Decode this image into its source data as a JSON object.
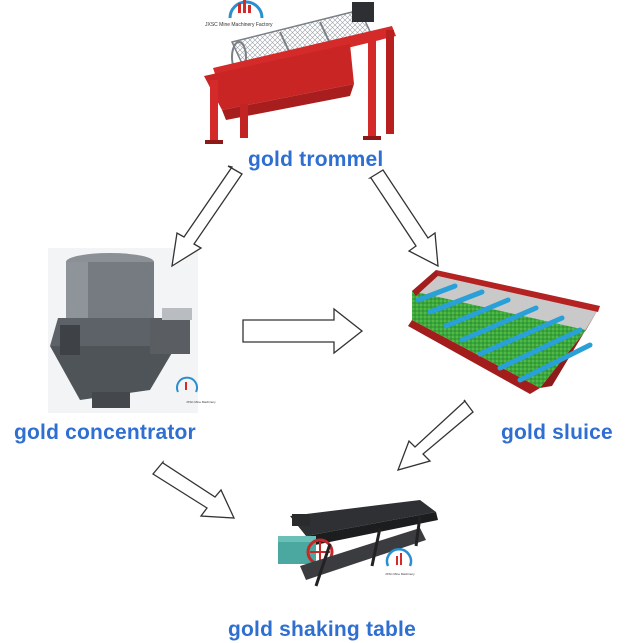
{
  "nodes": {
    "trommel": {
      "label": "gold trommel",
      "watermark": "JXSC Mine Machinery Factory"
    },
    "concentrator": {
      "label": "gold concentrator",
      "watermark": "JXSC Mine Machinery"
    },
    "sluice": {
      "label": "gold sluice"
    },
    "shaking_table": {
      "label": "gold shaking table",
      "watermark": "JXSC Mine Machinery"
    }
  },
  "edges": [
    {
      "from": "trommel",
      "to": "concentrator"
    },
    {
      "from": "trommel",
      "to": "sluice"
    },
    {
      "from": "concentrator",
      "to": "sluice"
    },
    {
      "from": "sluice",
      "to": "shaking_table"
    },
    {
      "from": "concentrator",
      "to": "shaking_table"
    }
  ],
  "colors": {
    "label": "#2f6fd2",
    "machine_red": "#d42a2a",
    "machine_grey": "#6d7278",
    "sluice_green": "#3aa83a",
    "sluice_blue": "#29a0d8",
    "table_dark": "#2e3033",
    "arrow_stroke": "#333333"
  }
}
